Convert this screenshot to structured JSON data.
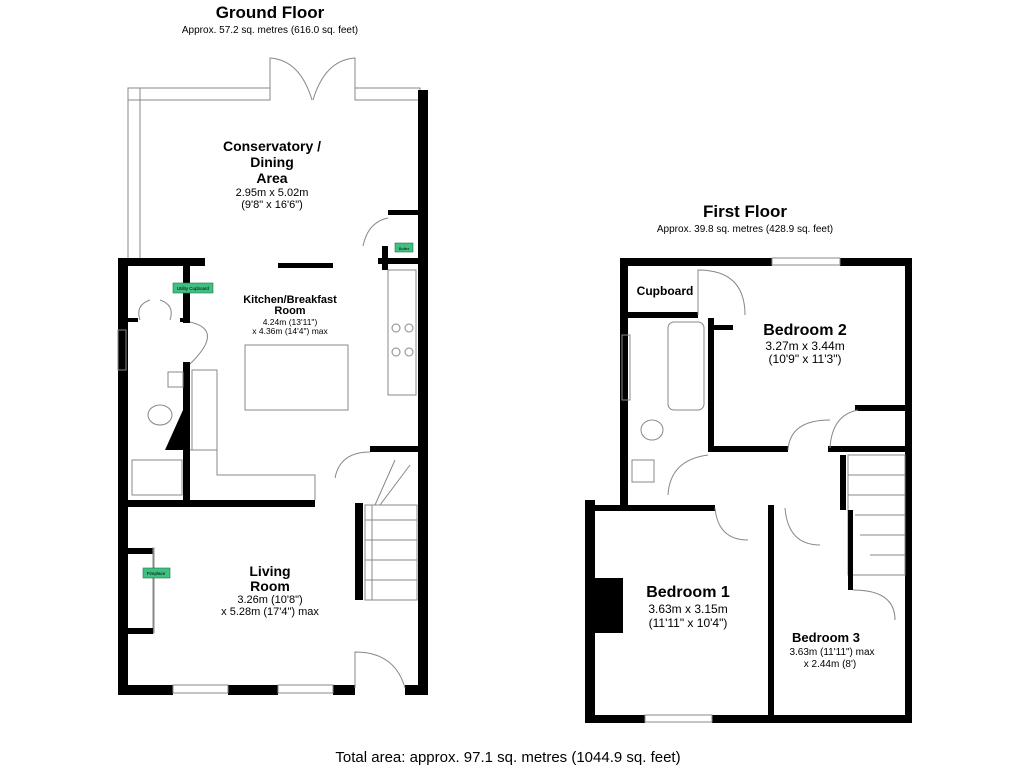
{
  "ground_floor": {
    "title": "Ground Floor",
    "area": "Approx. 57.2 sq. metres (616.0 sq. feet)",
    "rooms": {
      "conservatory": {
        "name_lines": [
          "Conservatory /",
          "Dining",
          "Area"
        ],
        "dims": "2.95m x 5.02m",
        "dims_imperial": "(9'8\" x 16'6\")"
      },
      "kitchen": {
        "name_lines": [
          "Kitchen/Breakfast",
          "Room"
        ],
        "dims": "4.24m (13'11\")",
        "dims2": "x 4.36m (14'4\") max"
      },
      "living": {
        "name_lines": [
          "Living",
          "Room"
        ],
        "dims": "3.26m (10'8\")",
        "dims2": "x 5.28m (17'4\") max"
      }
    },
    "tags": {
      "utility": "Utility Cupboard",
      "boiler": "Boiler",
      "fireplace": "Fireplace"
    }
  },
  "first_floor": {
    "title": "First Floor",
    "area": "Approx. 39.8 sq. metres (428.9 sq. feet)",
    "rooms": {
      "cupboard": {
        "name": "Cupboard"
      },
      "bedroom2": {
        "name": "Bedroom 2",
        "dims": "3.27m x 3.44m",
        "dims_imperial": "(10'9\" x 11'3\")"
      },
      "bedroom1": {
        "name": "Bedroom 1",
        "dims": "3.63m x 3.15m",
        "dims_imperial": "(11'11\" x 10'4\")"
      },
      "bedroom3": {
        "name": "Bedroom 3",
        "dims": "3.63m (11'11\") max",
        "dims2": "x 2.44m (8')"
      }
    }
  },
  "total_area": "Total area: approx. 97.1 sq. metres (1044.9 sq. feet)",
  "colors": {
    "wall": "#000000",
    "tag": "#3fbf80"
  }
}
